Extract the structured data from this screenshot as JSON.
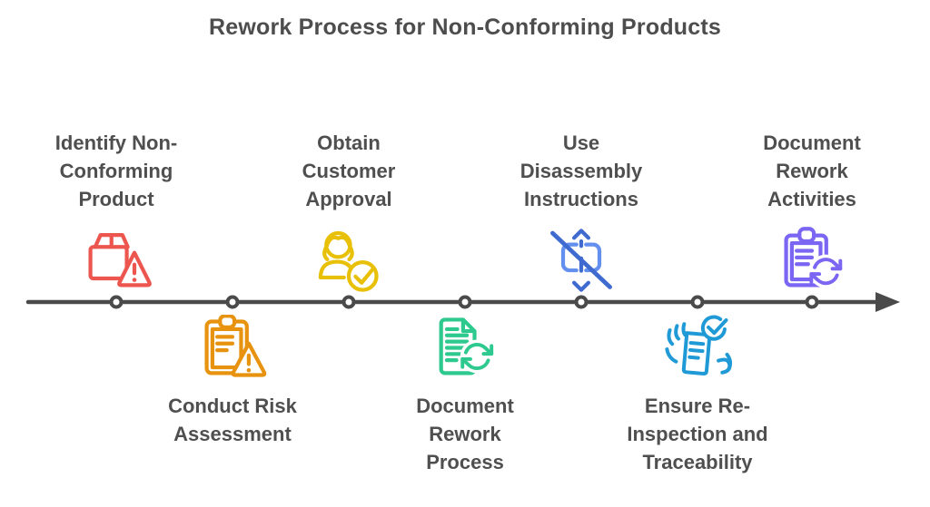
{
  "title": "Rework Process for Non-Conforming Products",
  "timeline": {
    "line_color": "#4a4a4a",
    "dot_fill": "#ffffff",
    "dot_ring_color": "#4a4a4a"
  },
  "steps": [
    {
      "id": "identify-non-conforming-product",
      "label": "Identify Non-\nConforming\nProduct",
      "icon": "package-warning-icon",
      "color": "#ec564f",
      "position": "above"
    },
    {
      "id": "conduct-risk-assessment",
      "label": "Conduct Risk\nAssessment",
      "icon": "clipboard-warning-icon",
      "color": "#e8930f",
      "position": "below"
    },
    {
      "id": "obtain-customer-approval",
      "label": "Obtain\nCustomer\nApproval",
      "icon": "person-check-icon",
      "color": "#e9c008",
      "position": "above"
    },
    {
      "id": "document-rework-process",
      "label": "Document\nRework\nProcess",
      "icon": "document-refresh-icon",
      "color": "#2ec98e",
      "position": "below"
    },
    {
      "id": "use-disassembly-instructions",
      "label": "Use\nDisassembly\nInstructions",
      "icon": "disassembly-prohibited-icon",
      "color": "#3f6ad0",
      "color_secondary": "#638fee",
      "position": "above"
    },
    {
      "id": "ensure-re-inspection-and-traceability",
      "label": "Ensure Re-\nInspection and\nTraceability",
      "icon": "hands-inspection-check-icon",
      "color": "#1f9ad6",
      "position": "below"
    },
    {
      "id": "document-rework-activities",
      "label": "Document\nRework\nActivities",
      "icon": "clipboard-refresh-icon",
      "color": "#7b66f3",
      "position": "above"
    }
  ]
}
